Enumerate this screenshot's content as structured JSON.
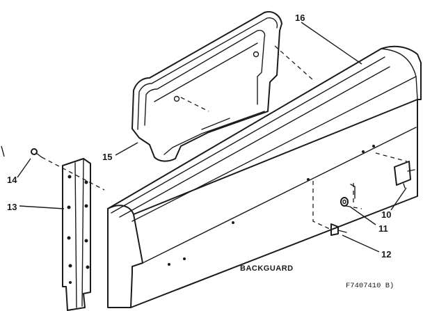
{
  "diagram": {
    "title": "BACKGUARD",
    "drawing_code": "F7407410 B)",
    "part_labels": {
      "p10": "10",
      "p11": "11",
      "p12": "12",
      "p13": "13",
      "p14": "14",
      "p15": "15",
      "p16": "16"
    }
  }
}
